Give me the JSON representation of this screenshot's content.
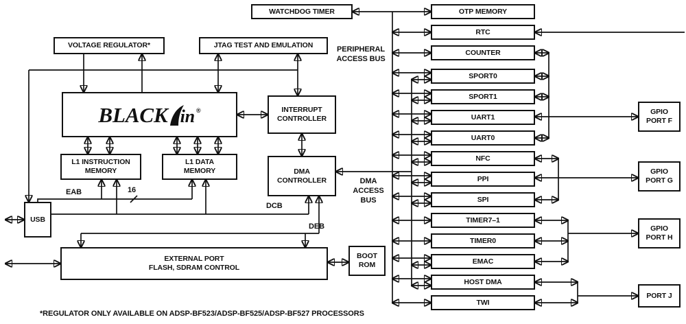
{
  "blocks": {
    "watchdog": "WATCHDOG TIMER",
    "otp": "OTP MEMORY",
    "rtc": "RTC",
    "counter": "COUNTER",
    "vreg": "VOLTAGE REGULATOR*",
    "jtag": "JTAG TEST AND EMULATION",
    "core": {
      "brand_prefix": "BLACK",
      "brand_suffix": "in",
      "registered": "®"
    },
    "intc": [
      "INTERRUPT",
      "CONTROLLER"
    ],
    "l1i": [
      "L1 INSTRUCTION",
      "MEMORY"
    ],
    "l1d": [
      "L1 DATA",
      "MEMORY"
    ],
    "dmac": [
      "DMA",
      "CONTROLLER"
    ],
    "usb": "USB",
    "extport": [
      "EXTERNAL PORT",
      "FLASH, SDRAM CONTROL"
    ],
    "bootrom": [
      "BOOT",
      "ROM"
    ]
  },
  "peripherals": [
    "SPORT0",
    "SPORT1",
    "UART1",
    "UART0",
    "NFC",
    "PPI",
    "SPI",
    "TIMER7–1",
    "TIMER0",
    "EMAC",
    "HOST DMA",
    "TWI"
  ],
  "ports": [
    {
      "line1": "GPIO",
      "line2": "PORT F"
    },
    {
      "line1": "GPIO",
      "line2": "PORT G"
    },
    {
      "line1": "GPIO",
      "line2": "PORT H"
    },
    {
      "line2": "PORT J"
    }
  ],
  "bus_labels": {
    "peripheral_access": [
      "PERIPHERAL",
      "ACCESS BUS"
    ],
    "dma_access": [
      "DMA",
      "ACCESS",
      "BUS"
    ],
    "eab": "EAB",
    "bus_width": "16",
    "dcb": "DCB",
    "deb": "DEB"
  },
  "footnote": "*REGULATOR ONLY AVAILABLE ON ADSP-BF523/ADSP-BF525/ADSP-BF527 PROCESSORS",
  "colors": {
    "line": "#111111",
    "box_border": "#111111",
    "background": "#ffffff",
    "text": "#111111"
  }
}
